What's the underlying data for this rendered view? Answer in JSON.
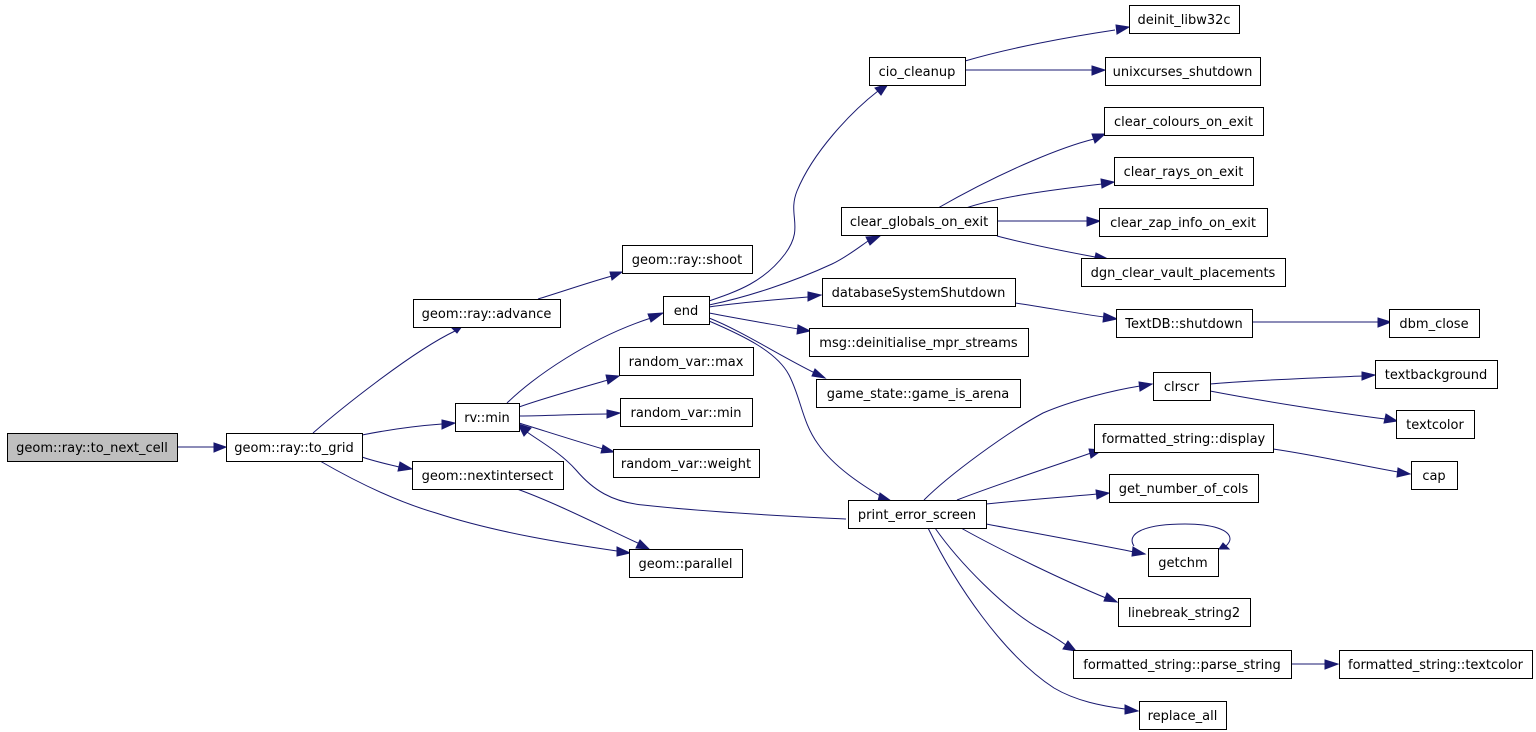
{
  "diagram": {
    "type": "call-graph",
    "colors": {
      "edge": "#191970",
      "root_fill": "#bfbfbf",
      "node_fill": "#ffffff",
      "node_border": "#000000"
    },
    "nodes": [
      {
        "id": "to_next_cell",
        "label": "geom::ray::to_next_cell",
        "root": true
      },
      {
        "id": "to_grid",
        "label": "geom::ray::to_grid"
      },
      {
        "id": "advance",
        "label": "geom::ray::advance"
      },
      {
        "id": "rv_min",
        "label": "rv::min"
      },
      {
        "id": "nextintersect",
        "label": "geom::nextintersect"
      },
      {
        "id": "shoot",
        "label": "geom::ray::shoot"
      },
      {
        "id": "end",
        "label": "end"
      },
      {
        "id": "rvar_max",
        "label": "random_var::max"
      },
      {
        "id": "rvar_min",
        "label": "random_var::min"
      },
      {
        "id": "rvar_weight",
        "label": "random_var::weight"
      },
      {
        "id": "parallel",
        "label": "geom::parallel"
      },
      {
        "id": "cio_cleanup",
        "label": "cio_cleanup"
      },
      {
        "id": "clear_globals",
        "label": "clear_globals_on_exit"
      },
      {
        "id": "dbshutdown",
        "label": "databaseSystemShutdown"
      },
      {
        "id": "deinit_mpr",
        "label": "msg::deinitialise_mpr_streams"
      },
      {
        "id": "game_is_arena",
        "label": "game_state::game_is_arena"
      },
      {
        "id": "print_error",
        "label": "print_error_screen"
      },
      {
        "id": "deinit_libw32c",
        "label": "deinit_libw32c"
      },
      {
        "id": "unixcurses",
        "label": "unixcurses_shutdown"
      },
      {
        "id": "clear_colours",
        "label": "clear_colours_on_exit"
      },
      {
        "id": "clear_rays",
        "label": "clear_rays_on_exit"
      },
      {
        "id": "clear_zap",
        "label": "clear_zap_info_on_exit"
      },
      {
        "id": "dgn_clear",
        "label": "dgn_clear_vault_placements"
      },
      {
        "id": "textdb_shutdown",
        "label": "TextDB::shutdown"
      },
      {
        "id": "clrscr",
        "label": "clrscr"
      },
      {
        "id": "fs_display",
        "label": "formatted_string::display"
      },
      {
        "id": "get_cols",
        "label": "get_number_of_cols"
      },
      {
        "id": "getchm",
        "label": "getchm"
      },
      {
        "id": "linebreak",
        "label": "linebreak_string2"
      },
      {
        "id": "parse_string",
        "label": "formatted_string::parse_string"
      },
      {
        "id": "replace_all",
        "label": "replace_all"
      },
      {
        "id": "dbm_close",
        "label": "dbm_close"
      },
      {
        "id": "textbackground",
        "label": "textbackground"
      },
      {
        "id": "textcolor",
        "label": "textcolor"
      },
      {
        "id": "cap",
        "label": "cap"
      },
      {
        "id": "fs_textcolor",
        "label": "formatted_string::textcolor"
      }
    ],
    "edges": [
      {
        "from": "to_next_cell",
        "to": "to_grid"
      },
      {
        "from": "to_grid",
        "to": "advance"
      },
      {
        "from": "to_grid",
        "to": "rv_min"
      },
      {
        "from": "to_grid",
        "to": "nextintersect"
      },
      {
        "from": "to_grid",
        "to": "parallel"
      },
      {
        "from": "advance",
        "to": "shoot"
      },
      {
        "from": "rv_min",
        "to": "end"
      },
      {
        "from": "rv_min",
        "to": "rvar_max"
      },
      {
        "from": "rv_min",
        "to": "rvar_min"
      },
      {
        "from": "rv_min",
        "to": "rvar_weight"
      },
      {
        "from": "nextintersect",
        "to": "parallel"
      },
      {
        "from": "end",
        "to": "cio_cleanup"
      },
      {
        "from": "end",
        "to": "clear_globals"
      },
      {
        "from": "end",
        "to": "dbshutdown"
      },
      {
        "from": "end",
        "to": "deinit_mpr"
      },
      {
        "from": "end",
        "to": "game_is_arena"
      },
      {
        "from": "end",
        "to": "print_error"
      },
      {
        "from": "print_error",
        "to": "rv_min"
      },
      {
        "from": "cio_cleanup",
        "to": "deinit_libw32c"
      },
      {
        "from": "cio_cleanup",
        "to": "unixcurses"
      },
      {
        "from": "clear_globals",
        "to": "clear_colours"
      },
      {
        "from": "clear_globals",
        "to": "clear_rays"
      },
      {
        "from": "clear_globals",
        "to": "clear_zap"
      },
      {
        "from": "clear_globals",
        "to": "dgn_clear"
      },
      {
        "from": "dbshutdown",
        "to": "textdb_shutdown"
      },
      {
        "from": "textdb_shutdown",
        "to": "dbm_close"
      },
      {
        "from": "print_error",
        "to": "clrscr"
      },
      {
        "from": "print_error",
        "to": "fs_display"
      },
      {
        "from": "print_error",
        "to": "get_cols"
      },
      {
        "from": "print_error",
        "to": "getchm"
      },
      {
        "from": "print_error",
        "to": "linebreak"
      },
      {
        "from": "print_error",
        "to": "parse_string"
      },
      {
        "from": "print_error",
        "to": "replace_all"
      },
      {
        "from": "clrscr",
        "to": "textbackground"
      },
      {
        "from": "clrscr",
        "to": "textcolor"
      },
      {
        "from": "fs_display",
        "to": "cap"
      },
      {
        "from": "getchm",
        "to": "getchm"
      },
      {
        "from": "parse_string",
        "to": "fs_textcolor"
      }
    ]
  }
}
